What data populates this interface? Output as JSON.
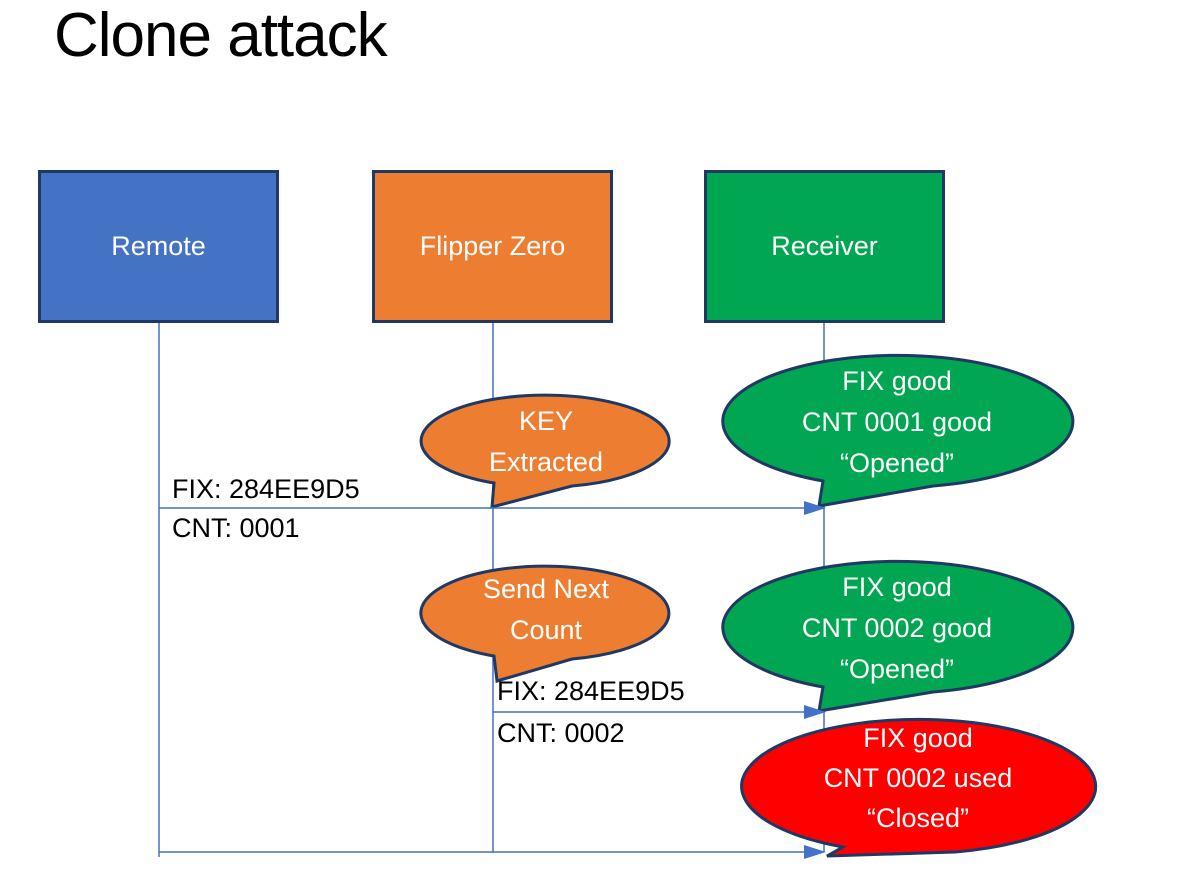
{
  "title": "Clone attack",
  "colors": {
    "actor_blue": "#4472C4",
    "actor_orange": "#ED7D31",
    "actor_green": "#00A651",
    "callout_orange": "#ED7D31",
    "callout_green": "#00A651",
    "callout_red": "#FF0000",
    "outline_navy": "#1F3864",
    "line_blue": "#4472C4",
    "text_white": "#FFFFFF",
    "text_black": "#000000"
  },
  "actors": [
    {
      "id": "remote",
      "label": "Remote"
    },
    {
      "id": "flipper-zero",
      "label": "Flipper Zero"
    },
    {
      "id": "receiver",
      "label": "Receiver"
    }
  ],
  "messages": [
    {
      "fix_label": "FIX: 284EE9D5",
      "cnt_label": "CNT: 0001"
    },
    {
      "fix_label": "FIX: 284EE9D5",
      "cnt_label": "CNT: 0002"
    }
  ],
  "callouts": [
    {
      "id": "key-extracted",
      "color": "orange",
      "lines": [
        "KEY",
        "Extracted"
      ]
    },
    {
      "id": "cnt-0001-good",
      "color": "green",
      "lines": [
        "FIX good",
        "CNT 0001 good",
        "“Opened”"
      ]
    },
    {
      "id": "send-next-count",
      "color": "orange",
      "lines": [
        "Send Next",
        "Count"
      ]
    },
    {
      "id": "cnt-0002-good",
      "color": "green",
      "lines": [
        "FIX good",
        "CNT 0002 good",
        "“Opened”"
      ]
    },
    {
      "id": "cnt-0002-used",
      "color": "red",
      "lines": [
        "FIX good",
        "CNT 0002 used",
        "“Closed”"
      ]
    }
  ]
}
